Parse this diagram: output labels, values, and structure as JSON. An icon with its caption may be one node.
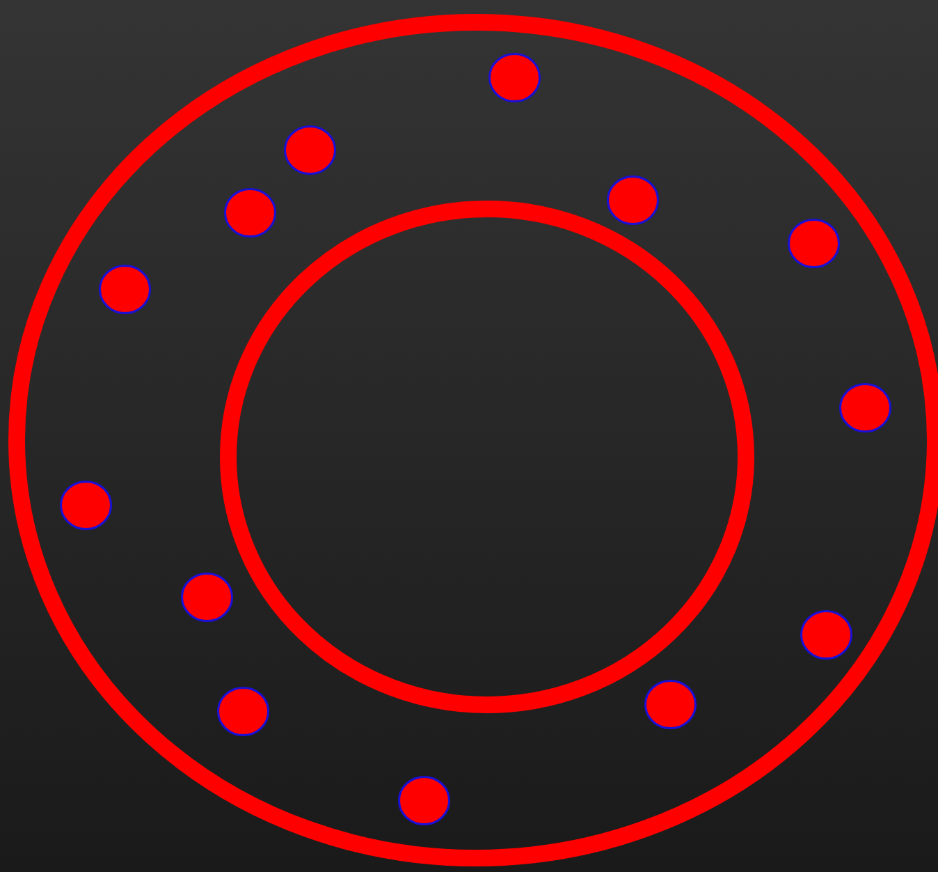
{
  "diagram": {
    "nodes": [
      {
        "text": [],
        "shape": "circle"
      },
      {
        "text": [],
        "shape": "circle",
        "in": 0
      },
      {
        "text": [],
        "shape": "circle",
        "in": 0
      },
      {
        "text": [],
        "shape": "circle",
        "in": 0
      },
      {
        "text": [],
        "shape": "circle",
        "in": 0
      },
      {
        "text": [],
        "shape": "circle",
        "in": 0
      },
      {
        "text": [],
        "shape": "circle",
        "in": 0
      },
      {
        "text": [],
        "shape": "circle",
        "in": 0
      },
      {
        "text": [],
        "shape": "circle",
        "in": 0
      },
      {
        "text": [],
        "shape": "circle",
        "in": 0
      },
      {
        "text": [],
        "shape": "circle",
        "in": 0
      },
      {
        "text": [],
        "shape": "circle",
        "in": 0
      },
      {
        "text": [],
        "shape": "circle",
        "in": 0
      },
      {
        "text": [],
        "shape": "circle",
        "in": 0
      },
      {
        "text": [],
        "shape": "circle",
        "in": 0
      }
    ]
  }
}
